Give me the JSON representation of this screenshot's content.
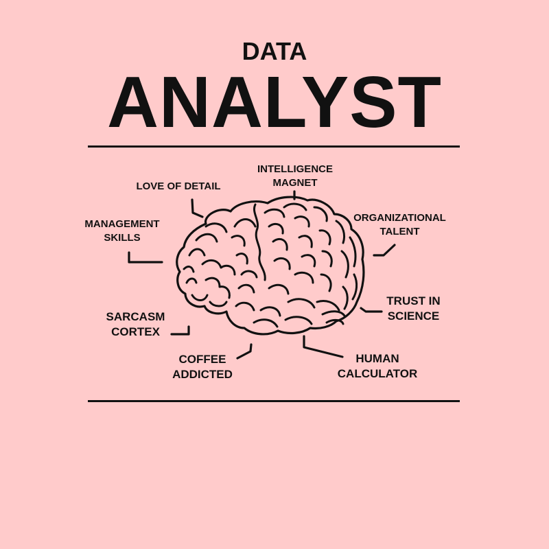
{
  "header": {
    "line1": "DATA",
    "line2": "ANALYST"
  },
  "colors": {
    "background": "#FFCBCB",
    "ink": "#111111"
  },
  "illustration": {
    "icon": "brain-icon",
    "labels": [
      {
        "id": "intelligence-magnet",
        "line1": "INTELLIGENCE",
        "line2": "MAGNET"
      },
      {
        "id": "love-of-detail",
        "line1": "LOVE OF DETAIL",
        "line2": ""
      },
      {
        "id": "management-skills",
        "line1": "MANAGEMENT",
        "line2": "SKILLS"
      },
      {
        "id": "organizational-talent",
        "line1": "ORGANIZATIONAL",
        "line2": "TALENT"
      },
      {
        "id": "sarcasm-cortex",
        "line1": "SARCASM",
        "line2": "CORTEX"
      },
      {
        "id": "trust-in-science",
        "line1": "TRUST IN",
        "line2": "SCIENCE"
      },
      {
        "id": "coffee-addicted",
        "line1": "COFFEE",
        "line2": "ADDICTED"
      },
      {
        "id": "human-calculator",
        "line1": "HUMAN",
        "line2": "CALCULATOR"
      }
    ]
  }
}
